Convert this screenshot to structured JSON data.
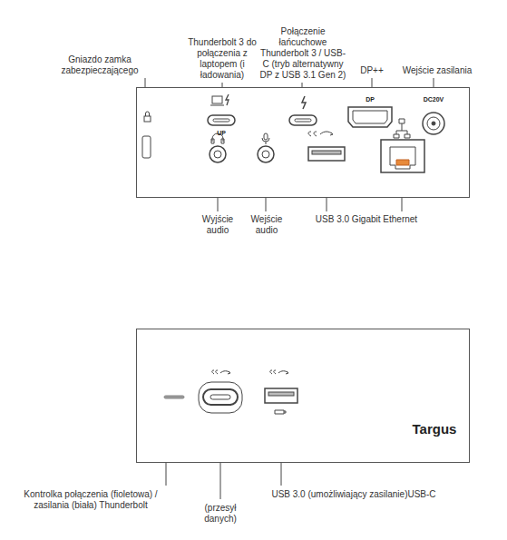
{
  "diagram": {
    "nodes": [
      {
        "text": [
          "UP",
          "DP",
          "DC20V"
        ]
      },
      {
        "text": [
          "Targus"
        ]
      }
    ],
    "labels": [
      "Gniazdo zamka zabezpieczającego",
      "Thunderbolt 3 do połączenia z laptopem (i ładowania)",
      "Połączenie łańcuchowe Thunderbolt 3 / USB-C (tryb alternatywny DP z USB 3.1 Gen 2)",
      "DP++",
      "Wejście zasilania",
      "Wyjście audio",
      "Wejście audio",
      "USB 3.0 Gigabit Ethernet",
      "Kontrolka połączenia (fioletowa) / zasilania (biała) Thunderbolt",
      "(przesył danych)",
      "USB 3.0 (umożliwiający zasilanie)USB-C"
    ]
  }
}
